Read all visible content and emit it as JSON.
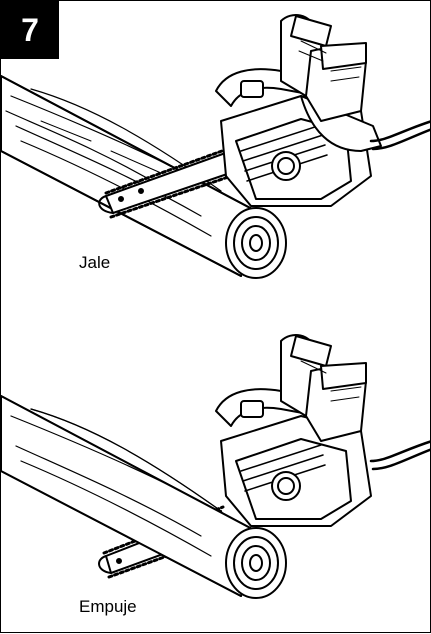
{
  "figure": {
    "step_number": "7",
    "top_caption": "Jale",
    "bottom_caption": "Empuje"
  }
}
